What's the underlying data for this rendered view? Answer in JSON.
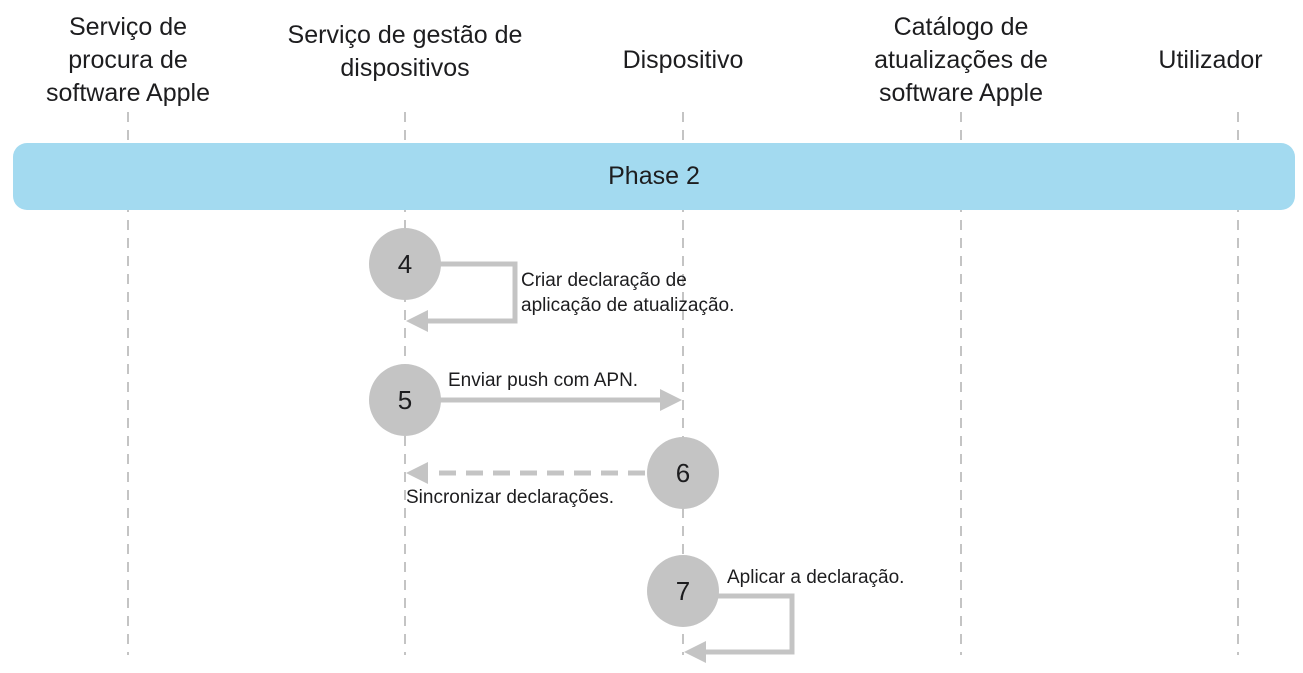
{
  "lanes": [
    {
      "title": "Serviço de procura de software Apple"
    },
    {
      "title": "Serviço de gestão de dispositivos"
    },
    {
      "title": "Dispositivo"
    },
    {
      "title": "Catálogo de atualizações de software Apple"
    },
    {
      "title": "Utilizador"
    }
  ],
  "phase": {
    "label": "Phase 2",
    "color": "#a3daf0"
  },
  "steps": [
    {
      "number": "4",
      "label": "Criar declaração de aplicação de atualização.",
      "from": "Serviço de gestão de dispositivos",
      "to": "Serviço de gestão de dispositivos",
      "style": "solid"
    },
    {
      "number": "5",
      "label": "Enviar push com APN.",
      "from": "Serviço de gestão de dispositivos",
      "to": "Dispositivo",
      "style": "solid"
    },
    {
      "number": "6",
      "label": "Sincronizar declarações.",
      "from": "Dispositivo",
      "to": "Serviço de gestão de dispositivos",
      "style": "dashed"
    },
    {
      "number": "7",
      "label": "Aplicar a declaração.",
      "from": "Dispositivo",
      "to": "Dispositivo",
      "style": "solid"
    }
  ],
  "colors": {
    "step_circle": "#c4c4c4",
    "arrow": "#c4c4c4",
    "lifeline": "#b0b0b0"
  }
}
